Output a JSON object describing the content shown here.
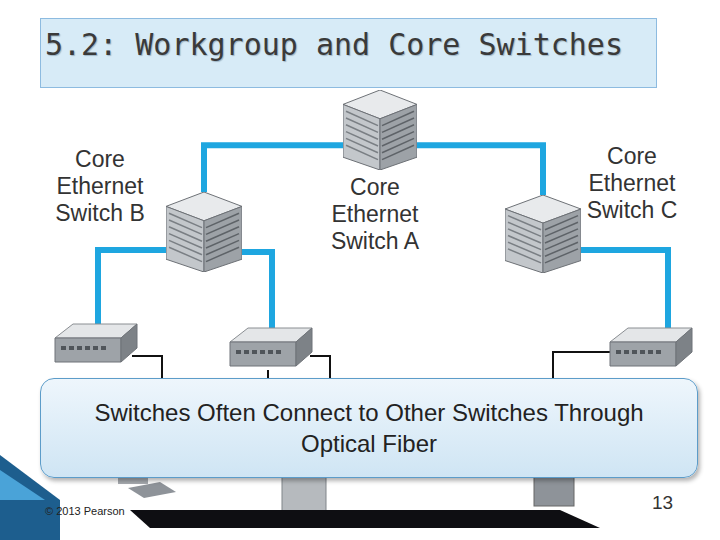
{
  "diagram": {
    "title": "5.2: Workgroup and Core Switches",
    "caption": "Switches Often Connect to Other Switches Through Optical Fiber",
    "nodes": [
      {
        "text": [
          "Core Ethernet Switch A"
        ]
      },
      {
        "text": [
          "Core Ethernet Switch B"
        ]
      },
      {
        "text": [
          "Core Ethernet Switch C"
        ]
      }
    ],
    "edges": [
      {
        "from": 0,
        "to": 1,
        "arrow": "none"
      },
      {
        "from": 0,
        "to": 2,
        "arrow": "none"
      }
    ],
    "labels": [
      "© 2013 Pearson",
      "13"
    ]
  }
}
